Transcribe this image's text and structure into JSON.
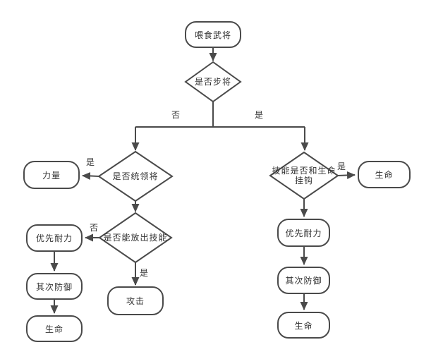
{
  "diagram": {
    "title": "feeding-general-flowchart",
    "colors": {
      "background": "#ffffff",
      "line": "#4a4a4a",
      "text": "#333333",
      "node_fill": "#ffffff"
    },
    "nodes": {
      "start": {
        "label": "喂食武将",
        "type": "terminator"
      },
      "d_infantry": {
        "label": "是否步将",
        "type": "decision"
      },
      "d_command": {
        "label": "是否统领将",
        "type": "decision"
      },
      "strength": {
        "label": "力量",
        "type": "terminator"
      },
      "d_skill": {
        "label": "是否能放出技能",
        "type": "decision"
      },
      "stamina_left": {
        "label": "优先耐力",
        "type": "terminator"
      },
      "defense_left": {
        "label": "其次防御",
        "type": "terminator"
      },
      "life_left": {
        "label": "生命",
        "type": "terminator"
      },
      "attack": {
        "label": "攻击",
        "type": "terminator"
      },
      "d_life_link": {
        "label_lines": [
          "技能是否和生命",
          "挂钩"
        ],
        "type": "decision"
      },
      "life_right_top": {
        "label": "生命",
        "type": "terminator"
      },
      "stamina_right": {
        "label": "优先耐力",
        "type": "terminator"
      },
      "defense_right": {
        "label": "其次防御",
        "type": "terminator"
      },
      "life_right_bottom": {
        "label": "生命",
        "type": "terminator"
      }
    },
    "edge_labels": {
      "split_no": "否",
      "split_yes": "是",
      "command_yes": "是",
      "skill_no": "否",
      "skill_yes": "是",
      "life_link_yes": "是"
    }
  }
}
